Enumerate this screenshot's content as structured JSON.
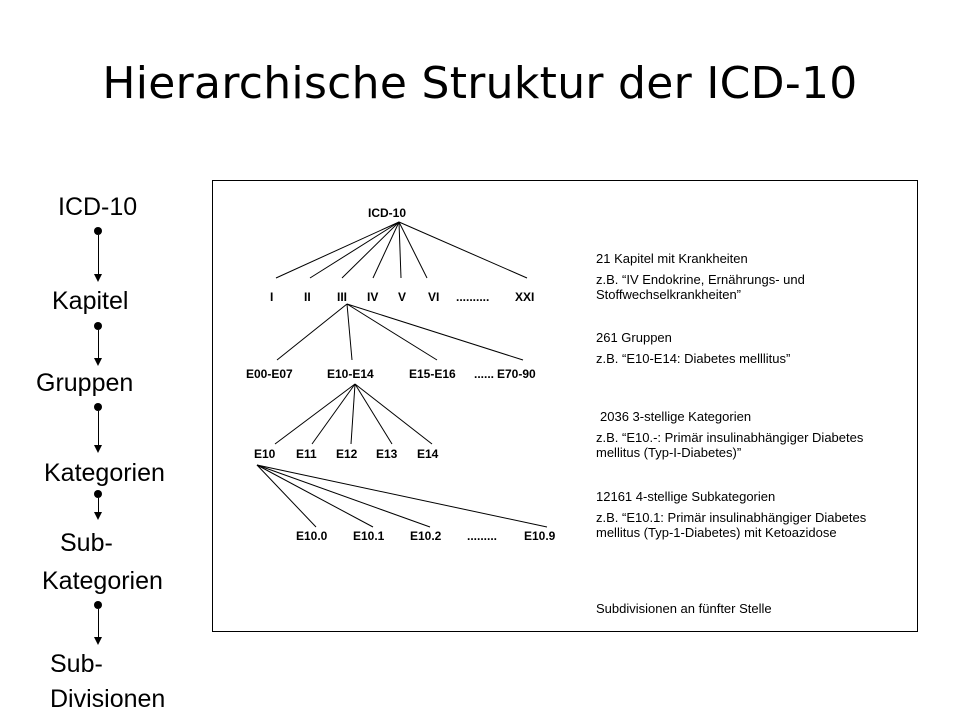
{
  "title": "Hierarchische Struktur der ICD-10",
  "levels": {
    "l1": "ICD-10",
    "l2": "Kapitel",
    "l3": "Gruppen",
    "l4": "Kategorien",
    "l5a": "Sub-",
    "l5b": "Kategorien",
    "l6a": "Sub-",
    "l6b": "Divisionen"
  },
  "tree": {
    "root": "ICD-10",
    "chapters": [
      "I",
      "II",
      "III",
      "IV",
      "V",
      "VI",
      "..........",
      "XXI"
    ],
    "groups": [
      "E00-E07",
      "E10-E14",
      "E15-E16",
      "......",
      "E70-90"
    ],
    "categories": [
      "E10",
      "E11",
      "E12",
      "E13",
      "E14"
    ],
    "subcategories": [
      "E10.0",
      "E10.1",
      "E10.2",
      ".........",
      "E10.9"
    ]
  },
  "descriptions": {
    "d1": "21 Kapitel mit Krankheiten",
    "d2": "z.B. “IV Endokrine, Ernährungs- und Stoffwechselkrankheiten”",
    "d3": "261 Gruppen",
    "d4": "z.B. “E10-E14: Diabetes melllitus”",
    "d5": "2036 3-stellige Kategorien",
    "d6": "z.B. “E10.-: Primär insulinabhängiger Diabetes mellitus (Typ-I-Diabetes)”",
    "d7": "12161 4-stellige Subkategorien",
    "d8": "z.B. “E10.1: Primär insulinabhängiger Diabetes mellitus (Typ-1-Diabetes) mit Ketoazidose",
    "d9": "Subdivisionen an fünfter Stelle"
  }
}
